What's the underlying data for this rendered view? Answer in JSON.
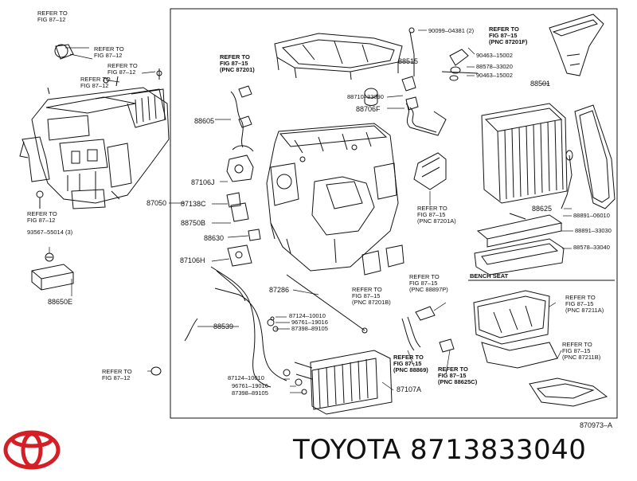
{
  "footer": {
    "brand": "TOYOTA",
    "part_number": "8713833040",
    "drawing_no": "870973–A"
  },
  "logo": {
    "name": "toyota-logo",
    "color": "#d41f26"
  },
  "labels": {
    "ref_top_left_a_1": "REFER TO",
    "ref_top_left_a_2": "FIG 87–12",
    "ref_top_left_b_1": "REFER TO",
    "ref_top_left_b_2": "FIG 87–12",
    "ref_top_left_c_1": "REFER TO",
    "ref_top_left_c_2": "FIG 87–12",
    "ref_top_left_d_1": "REFER TO",
    "ref_top_left_d_2": "FIG 87–12",
    "ref_left_mid_1": "REFER TO",
    "ref_left_mid_2": "FIG 87–12",
    "p93567": "93567–55014 (3)",
    "p88650E": "88650E",
    "ref_bottom_left_1": "REFER TO",
    "ref_bottom_left_2": "FIG 87–12",
    "ref_87201_1": "REFER TO",
    "ref_87201_2": "FIG 87–15",
    "ref_87201_3": "(PNC 87201)",
    "p88605": "88605",
    "p87106J": "87106J",
    "p87138C": "87138C",
    "p88750B": "88750B",
    "p88630": "88630",
    "p87106H": "87106H",
    "p87050": "87050",
    "p88539": "88539",
    "p90099": "90099–04381 (2)",
    "p88515": "88515",
    "p88710": "88710–33090",
    "p88706F": "88706F",
    "ref_87201F_1": "REFER TO",
    "ref_87201F_2": "FIG 87–15",
    "ref_87201F_3": "(PNC 87201F)",
    "p90463a": "90463–15002",
    "p88578a": "88578–33020",
    "p90463b": "90463–15002",
    "p88501": "88501",
    "ref_87201A_1": "REFER TO",
    "ref_87201A_2": "FIG 87–15",
    "ref_87201A_3": "(PNC 87201A)",
    "p88625": "88625",
    "p88891a": "88891–06010",
    "p88891b": "88891–33030",
    "p88578b": "88578–33040",
    "p87286": "87286",
    "ref_87201B_1": "REFER TO",
    "ref_87201B_2": "FIG 87–15",
    "ref_87201B_3": "(PNC 87201B)",
    "ref_88897P_1": "REFER TO",
    "ref_88897P_2": "FIG 87–15",
    "ref_88897P_3": "(PNC 88897P)",
    "p87124a": "87124–10010",
    "p96761a": "96761–19016",
    "p87398a": "87398–89105",
    "ref_88869_1": "REFER TO",
    "ref_88869_2": "FIG 87–15",
    "ref_88869_3": "(PNC 88869)",
    "ref_88625C_1": "REFER TO",
    "ref_88625C_2": "FIG 87–15",
    "ref_88625C_3": "(PNC 88625C)",
    "p87124b": "87124–10010",
    "p96761b": "96761–19016",
    "p87398b": "87398–89105",
    "p87107A": "87107A",
    "bench_seat": "BENCH SEAT",
    "ref_87211A_1": "REFER TO",
    "ref_87211A_2": "FIG 87–15",
    "ref_87211A_3": "(PNC 87211A)",
    "ref_87211B_1": "REFER TO",
    "ref_87211B_2": "FIG 87–15",
    "ref_87211B_3": "(PNC 87211B)"
  }
}
